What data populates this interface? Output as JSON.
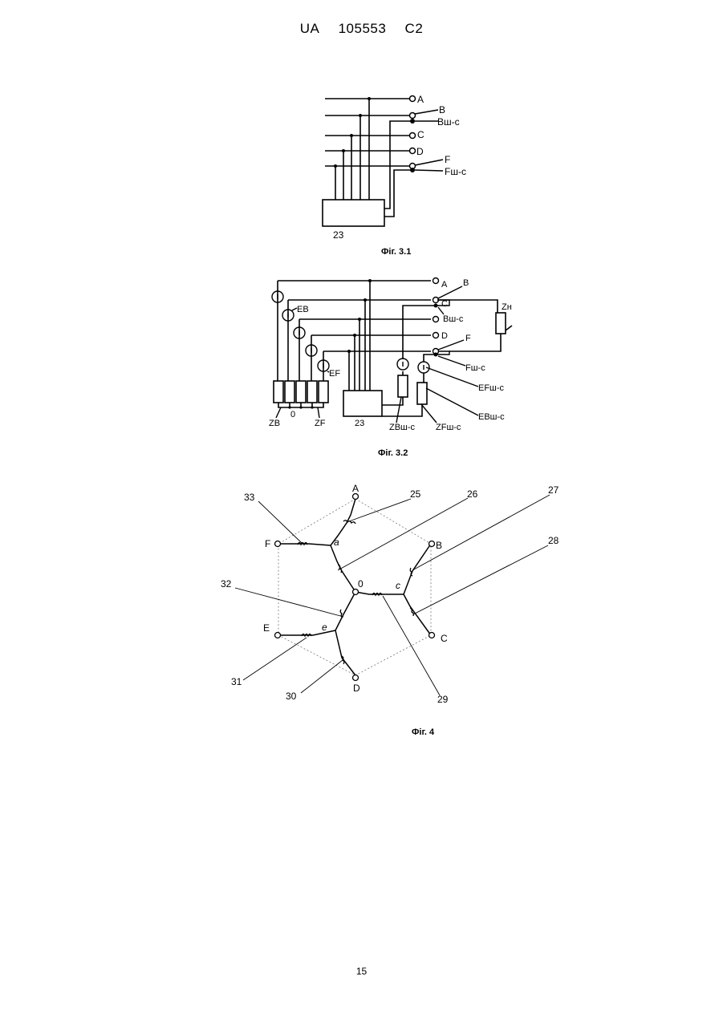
{
  "header": {
    "office": "UA",
    "number": "105553",
    "kind": "C2"
  },
  "page_number": "15",
  "fig31": {
    "caption": "Фіг. 3.1",
    "labels": {
      "a": "A",
      "b": "B",
      "bshc": "Bш-с",
      "c": "C",
      "d": "D",
      "f": "F",
      "fshc": "Fш-с",
      "block": "23"
    }
  },
  "fig32": {
    "caption": "Фіг. 3.2",
    "labels": {
      "a": "A",
      "b": "B",
      "bshc": "Bш-с",
      "c": "C",
      "d": "D",
      "f": "F",
      "fshc": "Fш-с",
      "zn": "Zн",
      "eb": "EB",
      "ef": "EF",
      "efshc": "EFш-с",
      "ebshc": "EBш-с",
      "zb": "ZB",
      "zero": "0",
      "zf": "ZF",
      "block": "23",
      "zbshc": "ZBш-с",
      "zfshc": "ZFш-с"
    }
  },
  "fig4": {
    "caption": "Фіг. 4",
    "nodes": {
      "a": "A",
      "b": "B",
      "c": "C",
      "d": "D",
      "e": "E",
      "f": "F",
      "zero": "0"
    },
    "points": {
      "a": "a",
      "c": "c",
      "e": "e"
    },
    "refs": {
      "r25": "25",
      "r26": "26",
      "r27": "27",
      "r28": "28",
      "r29": "29",
      "r30": "30",
      "r31": "31",
      "r32": "32",
      "r33": "33"
    }
  }
}
